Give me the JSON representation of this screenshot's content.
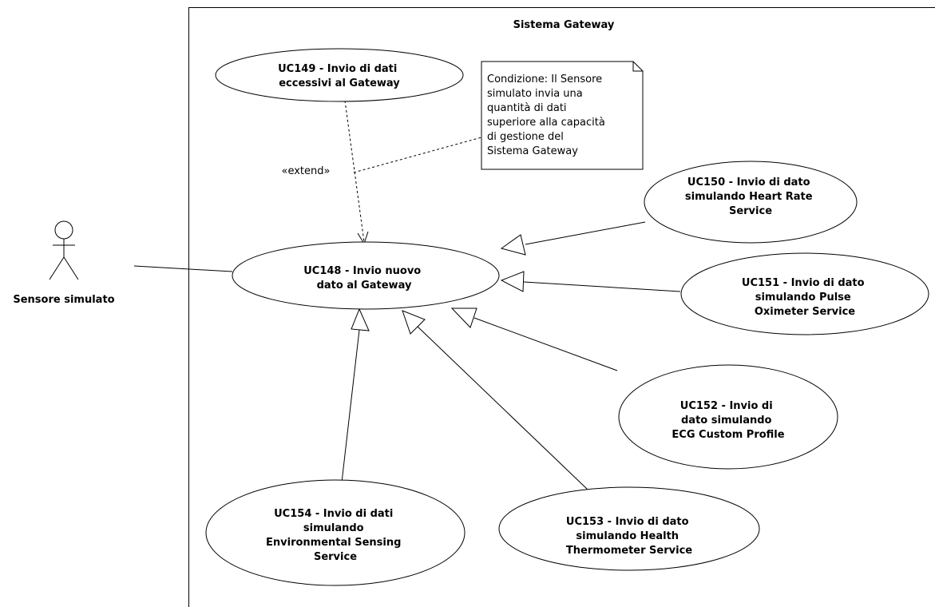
{
  "system": {
    "title": "Sistema Gateway"
  },
  "actor": {
    "name": "Sensore simulato"
  },
  "use_cases": {
    "uc148": [
      "UC148 - Invio nuovo",
      "dato al Gateway"
    ],
    "uc149": [
      "UC149 - Invio di dati",
      "eccessivi al Gateway"
    ],
    "uc150": [
      "UC150 - Invio di dato",
      "simulando Heart Rate",
      "Service"
    ],
    "uc151": [
      "UC151 - Invio di dato",
      "simulando Pulse",
      "Oximeter Service"
    ],
    "uc152": [
      "UC152 - Invio di",
      "dato simulando",
      "ECG Custom Profile"
    ],
    "uc153": [
      "UC153 - Invio di dato",
      "simulando Health",
      "Thermometer Service"
    ],
    "uc154": [
      "UC154 - Invio di dati",
      "simulando",
      "Environmental Sensing",
      "Service"
    ]
  },
  "note": {
    "lines": [
      "Condizione: Il Sensore",
      "simulato invia una",
      "quantità di dati",
      "superiore alla capacità",
      "di gestione del",
      "Sistema Gateway"
    ]
  },
  "extend_label": "«extend»"
}
